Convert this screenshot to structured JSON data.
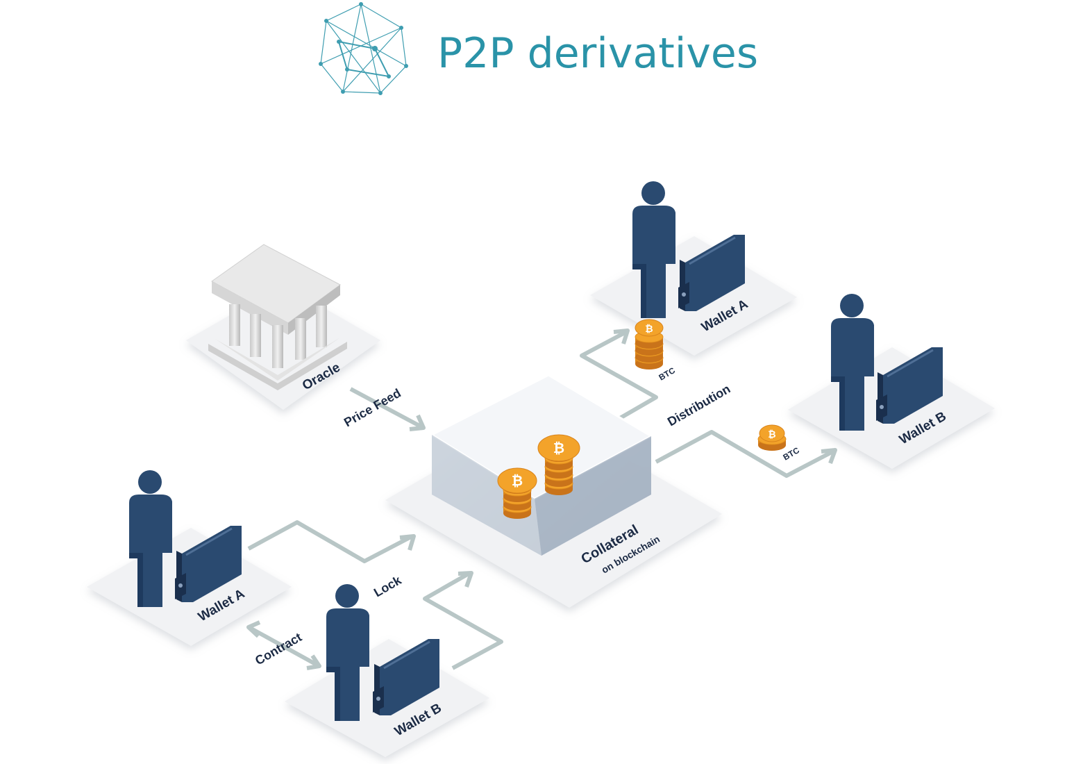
{
  "brand": {
    "title": "P2P derivatives",
    "icon": "network-polyhedron-logo",
    "color": "#2a93a8"
  },
  "colors": {
    "person": "#2a4a70",
    "wallet": "#26466e",
    "platform": "#f1f2f4",
    "arrow": "#b8c6c6",
    "coin": "#f3a32a",
    "label": "#1b2a44"
  },
  "nodes": {
    "oracle": {
      "label": "Oracle",
      "icon": "bank-building-icon"
    },
    "wallet_a_left": {
      "label": "Wallet A"
    },
    "wallet_b_left": {
      "label": "Wallet B"
    },
    "collateral": {
      "label": "Collateral",
      "sublabel": "on blockchain"
    },
    "wallet_a_right": {
      "label": "Wallet A"
    },
    "wallet_b_right": {
      "label": "Wallet B"
    }
  },
  "edges": {
    "price_feed": "Price Feed",
    "lock": "Lock",
    "contract": "Contract",
    "distribution": "Distribution",
    "btc_a": "BTC",
    "btc_b": "BTC"
  }
}
